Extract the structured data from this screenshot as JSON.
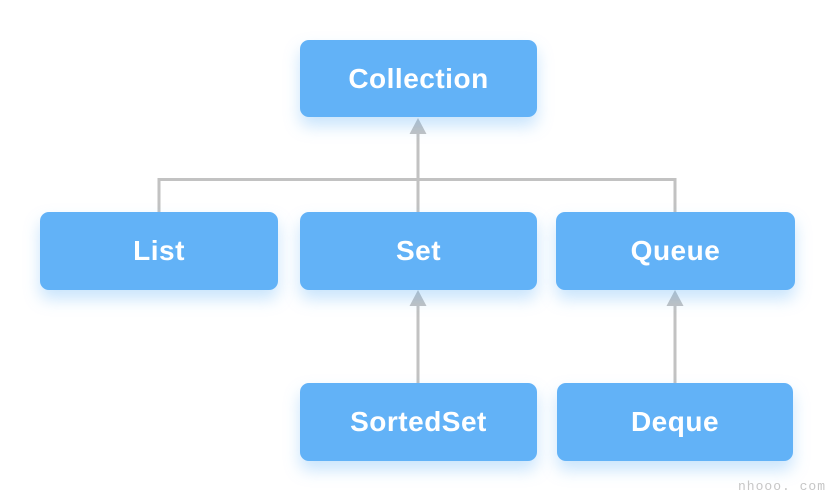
{
  "diagram": {
    "type": "hierarchy",
    "nodes": {
      "collection": {
        "label": "Collection"
      },
      "list": {
        "label": "List"
      },
      "set": {
        "label": "Set"
      },
      "queue": {
        "label": "Queue"
      },
      "sortedset": {
        "label": "SortedSet"
      },
      "deque": {
        "label": "Deque"
      }
    },
    "edges": [
      {
        "from": "List",
        "to": "Collection"
      },
      {
        "from": "Set",
        "to": "Collection"
      },
      {
        "from": "Queue",
        "to": "Collection"
      },
      {
        "from": "SortedSet",
        "to": "Set"
      },
      {
        "from": "Deque",
        "to": "Queue"
      }
    ],
    "colors": {
      "node_fill": "#62b2f7",
      "node_text": "#ffffff",
      "connector": "#c2c2c2",
      "background": "#ffffff"
    }
  },
  "watermark": {
    "text": "nhooo. com",
    "color": "#c6c6c6"
  }
}
